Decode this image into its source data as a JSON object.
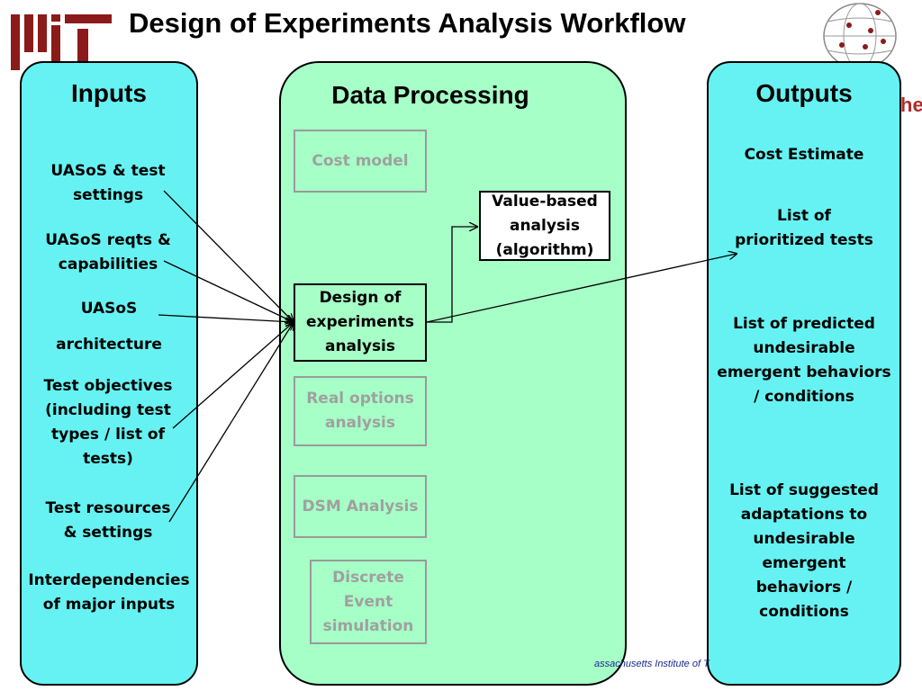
{
  "title": "Design of Experiments Analysis Workflow",
  "footer_text": "assachusetts Institute of T",
  "brand_fragment": "he",
  "colors": {
    "inputs_panel": "#66f2f2",
    "processing_panel": "#a6ffc6",
    "outputs_panel": "#66f2f2",
    "logo": "#8b1a1a",
    "faded_text": "#a0a0a0"
  },
  "inputs": {
    "heading": "Inputs",
    "items": [
      "UASoS  & test settings",
      "UASoS  reqts & capabilities",
      "UASoS",
      "architecture",
      "Test objectives (including test types / list of tests)",
      "Test resources & settings",
      "Interdependencies of major inputs"
    ]
  },
  "processing": {
    "heading": "Data Processing",
    "boxes": {
      "cost_model": "Cost model",
      "doe": "Design of experiments analysis",
      "real_options": "Real options analysis",
      "dsm": "DSM Analysis",
      "des": "Discrete Event simulation",
      "value_based": "Value-based analysis (algorithm)"
    }
  },
  "outputs": {
    "heading": "Outputs",
    "items": [
      "Cost Estimate",
      "List of prioritized tests",
      "List of predicted undesirable emergent behaviors / conditions",
      "List of suggested adaptations to undesirable emergent behaviors / conditions"
    ]
  },
  "icons": {
    "logo": "mit-logo",
    "globe": "globe-arrows-icon"
  }
}
